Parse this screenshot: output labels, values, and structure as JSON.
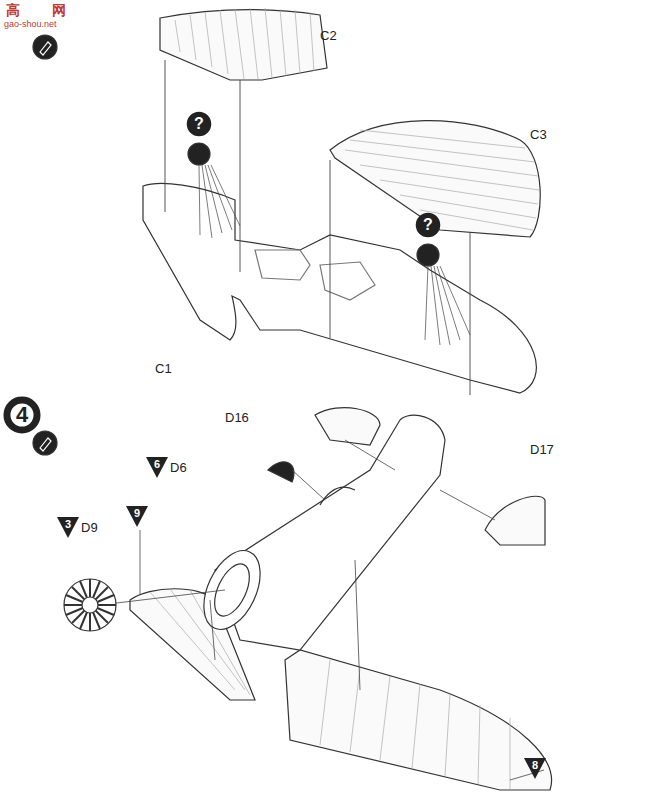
{
  "diagram": {
    "nodes": [
      {
        "text": [
          "?"
        ]
      },
      {
        "text": [
          "?"
        ]
      },
      {
        "text": [
          "4"
        ]
      },
      {
        "text": [
          "6"
        ]
      },
      {
        "text": [
          "3"
        ]
      },
      {
        "text": [
          "9"
        ]
      },
      {
        "text": [
          "8"
        ]
      }
    ],
    "labels": [
      "高",
      "网",
      "gao-shou.net",
      "C2",
      "C3",
      "C1",
      "D16",
      "D17",
      "D6",
      "D9"
    ]
  }
}
